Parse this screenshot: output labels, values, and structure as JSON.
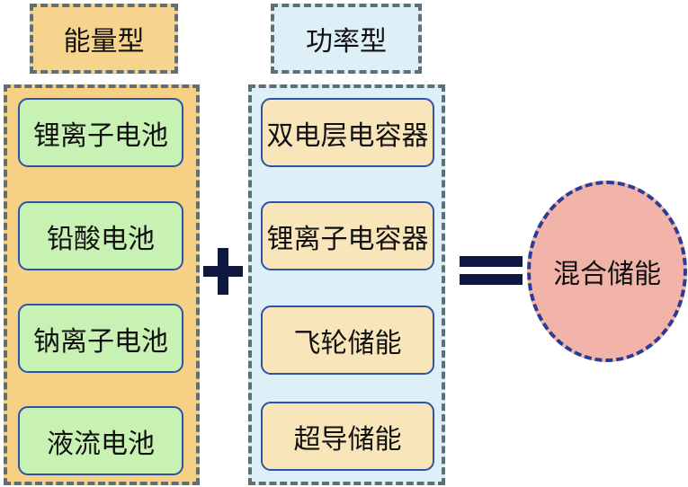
{
  "energy": {
    "header": "能量型",
    "items": [
      "锂离子电池",
      "铅酸电池",
      "钠离子电池",
      "液流电池"
    ]
  },
  "power": {
    "header": "功率型",
    "items": [
      "双电层电容器",
      "锂离子电容器",
      "飞轮储能",
      "超导储能"
    ]
  },
  "result": "混合储能",
  "colors": {
    "energy_fill": "#f6d185",
    "power_fill": "#ddf0f8",
    "item_green": "#c8f1b4",
    "item_tan": "#f9e5ba",
    "result_fill": "#f2b4a8",
    "border_blue": "#2f52a8",
    "operator": "#0f1840"
  },
  "icons": {
    "plus": "plus-icon",
    "equals": "equals-icon"
  }
}
